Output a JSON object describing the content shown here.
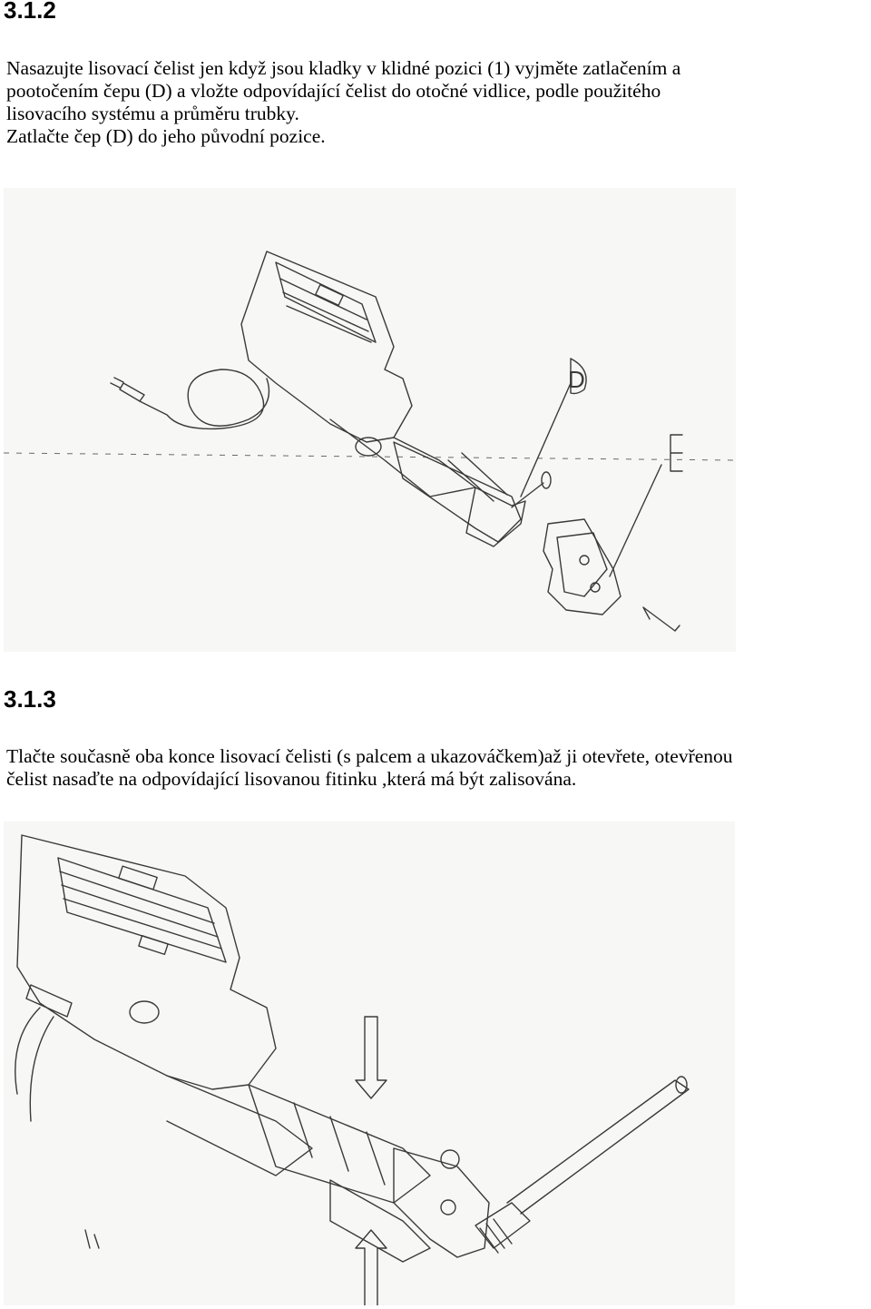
{
  "section_1": {
    "heading": "3.1.2",
    "lines": [
      "Nasazujte lisovací čelist jen když jsou kladky v klidné pozici (1) vyjměte zatlačením a",
      "pootočením čepu (D) a vložte odpovídající čelist do otočné vidlice, podle použitého",
      "lisovacího systému a průměru trubky.",
      "Zatlačte čep (D) do jeho původní pozice."
    ],
    "figure": {
      "label_d": "D",
      "label_e": "E"
    }
  },
  "section_2": {
    "heading": "3.1.3",
    "lines": [
      "Tlačte současně oba konce lisovací čelisti (s palcem a ukazováčkem)až ji otevřete, otevřenou",
      "čelist nasaďte na odpovídající lisovanou fitinku ,která má být zalisována."
    ]
  }
}
